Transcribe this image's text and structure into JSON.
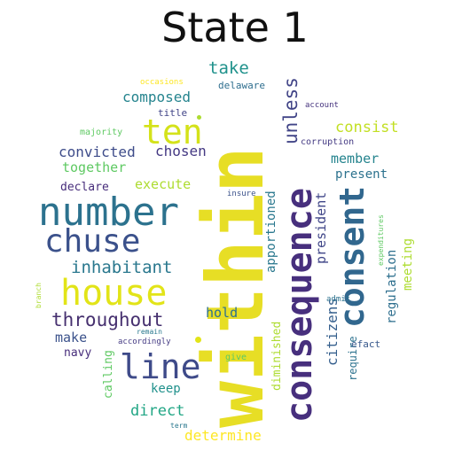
{
  "title": "State 1",
  "words": [
    {
      "text": "within",
      "color": "#e7de25"
    },
    {
      "text": "consequence",
      "color": "#472f7d"
    },
    {
      "text": "consent",
      "color": "#31678e"
    },
    {
      "text": "number",
      "color": "#2c728e"
    },
    {
      "text": "house",
      "color": "#e2e418"
    },
    {
      "text": "chuse",
      "color": "#3b518b"
    },
    {
      "text": "line",
      "color": "#3e4a89"
    },
    {
      "text": "ten",
      "color": "#d4e21a"
    },
    {
      "text": "throughout",
      "color": "#46306f"
    },
    {
      "text": "inhabitant",
      "color": "#2a788e"
    },
    {
      "text": "unless",
      "color": "#414487"
    },
    {
      "text": "take",
      "color": "#20928c"
    },
    {
      "text": "composed",
      "color": "#25848e"
    },
    {
      "text": "convicted",
      "color": "#3e4c8a"
    },
    {
      "text": "chosen",
      "color": "#443983"
    },
    {
      "text": "together",
      "color": "#5ec962"
    },
    {
      "text": "execute",
      "color": "#addc30"
    },
    {
      "text": "declare",
      "color": "#472d7b"
    },
    {
      "text": "consist",
      "color": "#c2df23"
    },
    {
      "text": "member",
      "color": "#25848e"
    },
    {
      "text": "present",
      "color": "#2c728e"
    },
    {
      "text": "president",
      "color": "#404688"
    },
    {
      "text": "apportioned",
      "color": "#2a788e"
    },
    {
      "text": "citizens",
      "color": "#355f8d"
    },
    {
      "text": "regulation",
      "color": "#2e6f8e"
    },
    {
      "text": "meeting",
      "color": "#addc30"
    },
    {
      "text": "hold",
      "color": "#2d708e"
    },
    {
      "text": "make",
      "color": "#3b528b"
    },
    {
      "text": "navy",
      "color": "#472d7b"
    },
    {
      "text": "calling",
      "color": "#5ec962"
    },
    {
      "text": "keep",
      "color": "#21918c"
    },
    {
      "text": "direct",
      "color": "#21a685"
    },
    {
      "text": "determine",
      "color": "#fde725"
    },
    {
      "text": "diminished",
      "color": "#addc30"
    },
    {
      "text": "require",
      "color": "#2c728e"
    },
    {
      "text": "delaware",
      "color": "#2e6e8e"
    },
    {
      "text": "occasions",
      "color": "#fde725"
    },
    {
      "text": "title",
      "color": "#414487"
    },
    {
      "text": "majority",
      "color": "#5ec962"
    },
    {
      "text": "account",
      "color": "#46337e"
    },
    {
      "text": "corruption",
      "color": "#443a83"
    },
    {
      "text": "insure",
      "color": "#3b528b"
    },
    {
      "text": "expenditures",
      "color": "#5ec962"
    },
    {
      "text": "admit",
      "color": "#2c728e"
    },
    {
      "text": "efact",
      "color": "#38598c"
    },
    {
      "text": "remain",
      "color": "#2a788e"
    },
    {
      "text": "accordingly",
      "color": "#443a83"
    },
    {
      "text": "give",
      "color": "#5ec962"
    },
    {
      "text": "term",
      "color": "#2a788e"
    },
    {
      "text": "branch",
      "color": "#addc30"
    }
  ]
}
